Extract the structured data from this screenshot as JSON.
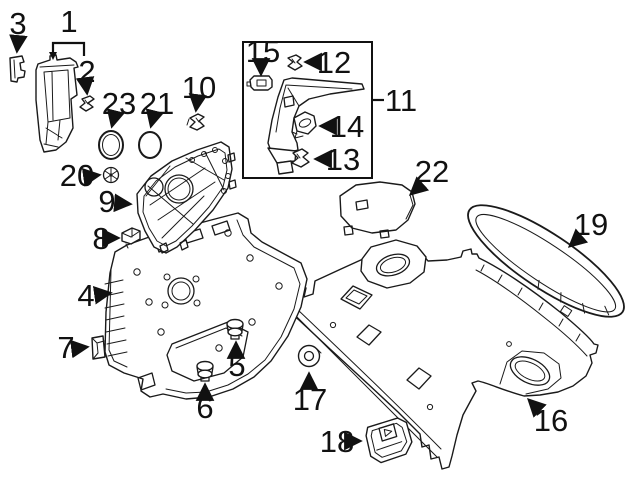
{
  "diagram": {
    "type": "exploded-parts-diagram",
    "subject": "rear-quarter-and-package-shelf-interior-trim",
    "background_color": "#ffffff",
    "line_color": "#1a1a1a",
    "callouts": [
      {
        "number": "1",
        "part": "upper-quarter-pillar-trim-assembly"
      },
      {
        "number": "2",
        "part": "trim-clip"
      },
      {
        "number": "3",
        "part": "trim-clip"
      },
      {
        "number": "4",
        "part": "quarter-trim-panel"
      },
      {
        "number": "5",
        "part": "push-pin-fastener"
      },
      {
        "number": "6",
        "part": "push-pin-fastener"
      },
      {
        "number": "7",
        "part": "retainer-clip"
      },
      {
        "number": "8",
        "part": "retainer-clip"
      },
      {
        "number": "9",
        "part": "speaker-grille-panel"
      },
      {
        "number": "10",
        "part": "retainer-clip"
      },
      {
        "number": "11",
        "part": "pillar-trim-panel-assembly"
      },
      {
        "number": "12",
        "part": "retainer-clip"
      },
      {
        "number": "13",
        "part": "retainer-clip"
      },
      {
        "number": "14",
        "part": "retainer-clip"
      },
      {
        "number": "15",
        "part": "grommet"
      },
      {
        "number": "16",
        "part": "package-shelf-trim-panel"
      },
      {
        "number": "17",
        "part": "round-grommet"
      },
      {
        "number": "18",
        "part": "latch-cover"
      },
      {
        "number": "19",
        "part": "shelf-side-trim-panel"
      },
      {
        "number": "20",
        "part": "screw-grommet"
      },
      {
        "number": "21",
        "part": "seal-ring"
      },
      {
        "number": "22",
        "part": "access-cover"
      },
      {
        "number": "23",
        "part": "seal-ring"
      }
    ]
  }
}
